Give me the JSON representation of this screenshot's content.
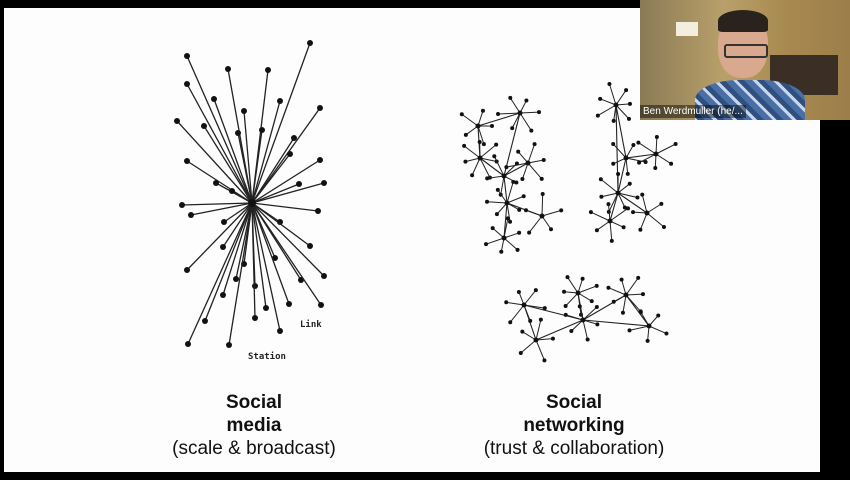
{
  "slide": {
    "left_caption": {
      "title_line1": "Social",
      "title_line2": "media",
      "subtitle": "(scale & broadcast)"
    },
    "right_caption": {
      "title_line1": "Social",
      "title_line2": "networking",
      "subtitle": "(trust & collaboration)"
    },
    "diagram_labels": {
      "link": "Link",
      "station": "Station"
    }
  },
  "video_tile": {
    "participant_name": "Ben Werdmuller (he/..."
  }
}
